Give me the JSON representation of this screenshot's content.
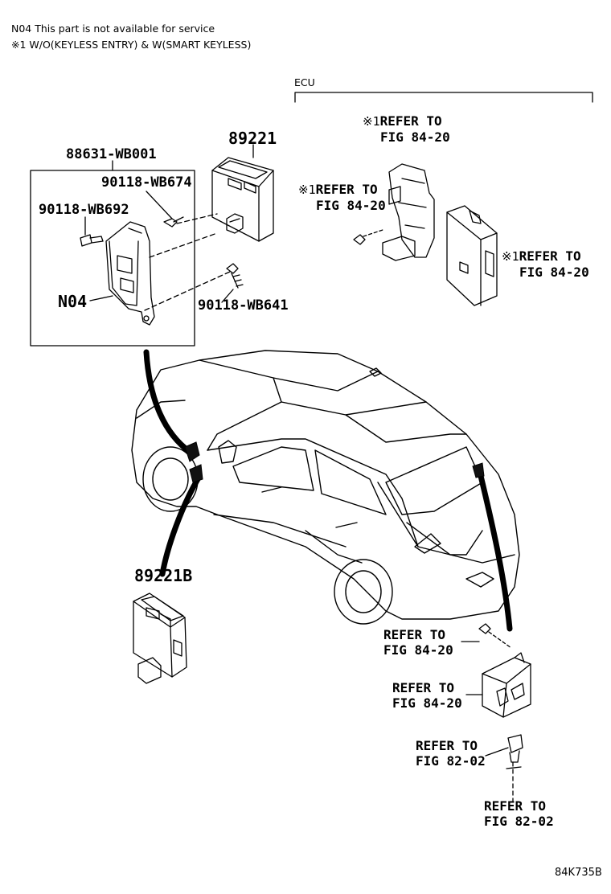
{
  "notes": {
    "n04": "N04 This part is not available for service",
    "condition": "※1 W/O(KEYLESS ENTRY) & W(SMART KEYLESS)"
  },
  "group_label": "ECU",
  "parts": {
    "bracket_assy": "88631-WB001",
    "ecu_main": "89221",
    "screw_top": "90118-WB674",
    "clip": "90118-WB692",
    "bracket_n04": "N04",
    "screw_bottom": "90118-WB641",
    "ecu_lower": "89221B"
  },
  "refs": {
    "r1": {
      "mark": "※1",
      "line1": "REFER TO",
      "line2": "FIG 84-20"
    },
    "r2": {
      "mark": "※1",
      "line1": "REFER TO",
      "line2": "FIG 84-20"
    },
    "r3": {
      "mark": "※1",
      "line1": "REFER TO",
      "line2": "FIG 84-20"
    },
    "r4": {
      "line1": "REFER TO",
      "line2": "FIG 84-20"
    },
    "r5": {
      "line1": "REFER TO",
      "line2": "FIG 84-20"
    },
    "r6": {
      "line1": "REFER TO",
      "line2": "FIG 82-02"
    },
    "r7": {
      "line1": "REFER TO",
      "line2": "FIG 82-02"
    }
  },
  "diagram_code": "84K735B"
}
